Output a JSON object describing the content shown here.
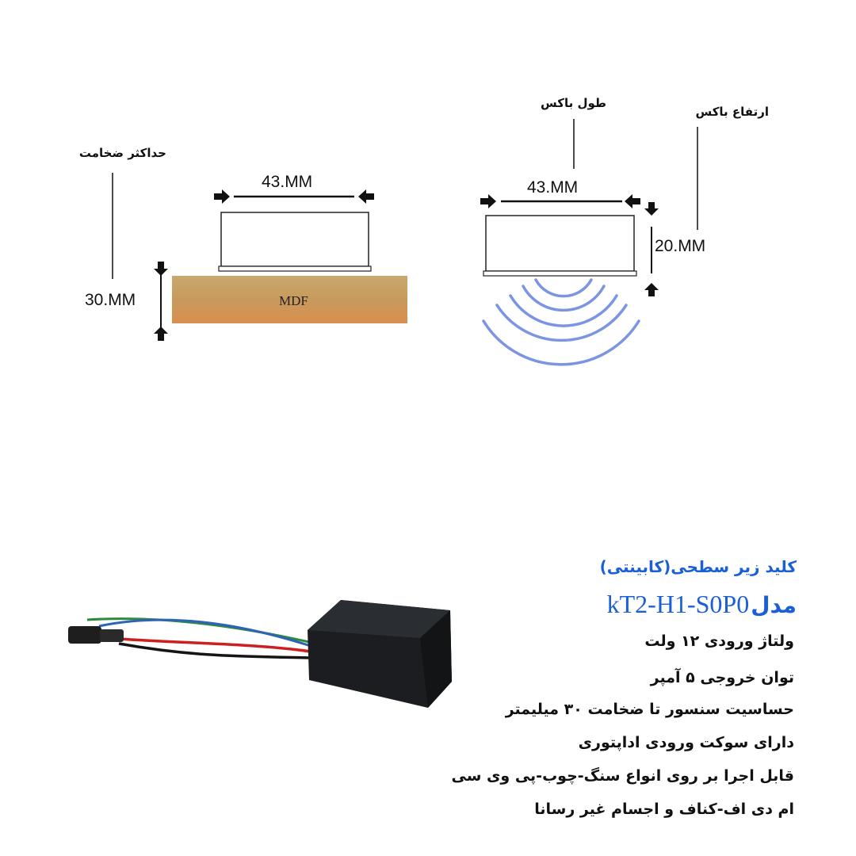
{
  "left_diagram": {
    "thickness_label": "حداکثر ضخامت",
    "width_value": "43.MM",
    "thickness_value": "30.MM",
    "board_label": "MDF"
  },
  "right_diagram": {
    "length_label": "طول باکس",
    "height_label": "ارتفاع باکس",
    "width_value": "43.MM",
    "height_value": "20.MM"
  },
  "product": {
    "title": "کلید زیر سطحی(کابینتی)",
    "model_prefix": "مدل",
    "model_code": "kT2-H1-S0P0",
    "specs": [
      "ولتاژ ورودی ۱۲ ولت",
      "توان خروجی ۵ آمپر",
      "حساسیت سنسور تا ضخامت ۳۰ میلیمتر",
      "دارای سوکت ورودی اداپتوری",
      "قابل اجرا  بر روی انواع سنگ-چوب-پی وی سی",
      "ام دی اف-کناف و اجسام غیر رسانا"
    ]
  },
  "colors": {
    "accent": "#1a5fd6",
    "waves": "#7b95e3"
  }
}
